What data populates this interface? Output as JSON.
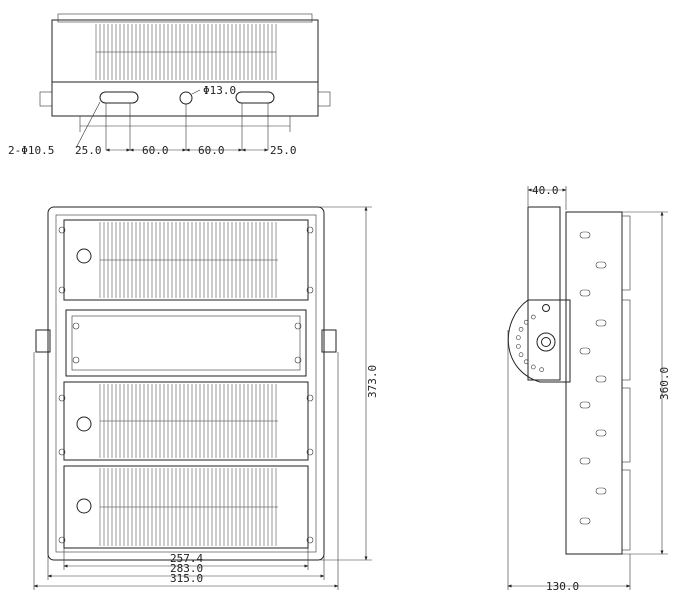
{
  "top_view": {
    "hole_callout": "Φ13.0",
    "slot_callout": "2-Φ10.5",
    "dims": [
      "25.0",
      "60.0",
      "60.0",
      "25.0"
    ]
  },
  "front_view": {
    "height": "373.0",
    "widths": [
      "257.4",
      "283.0",
      "315.0"
    ]
  },
  "side_view": {
    "bracket_depth": "40.0",
    "height": "360.0",
    "depth": "130.0"
  }
}
